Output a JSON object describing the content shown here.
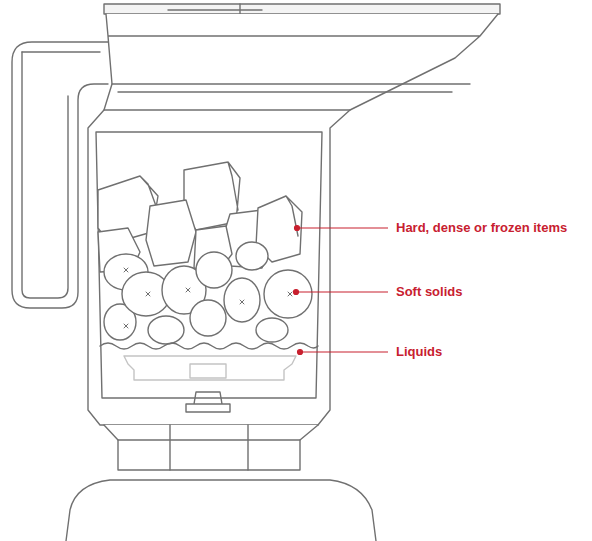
{
  "diagram": {
    "labels": [
      "Hard, dense or frozen items",
      "Soft solids",
      "Liquids"
    ]
  }
}
